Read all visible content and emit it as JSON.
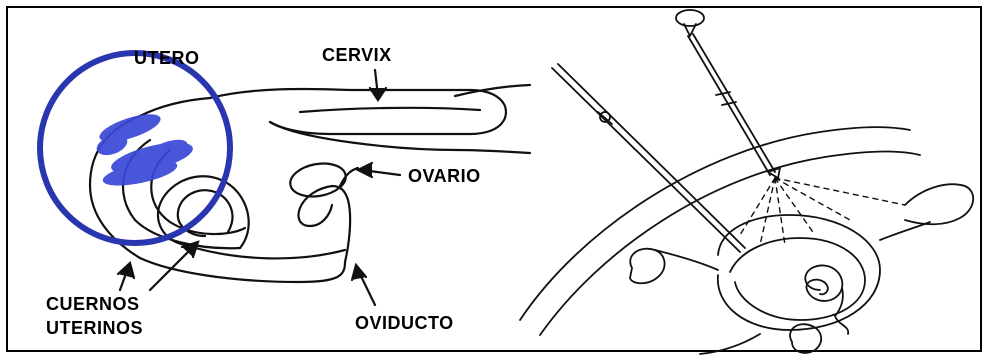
{
  "labels": {
    "utero": "UTERO",
    "cervix": "CERVIX",
    "ovario": "OVARIO",
    "cuernos_line1": "CUERNOS",
    "cuernos_line2": "UTERINOS",
    "oviducto": "OVIDUCTO"
  },
  "colors": {
    "highlight_ring": "#2a35b0",
    "highlight_fill": "#3b48d6",
    "line": "#111111"
  }
}
